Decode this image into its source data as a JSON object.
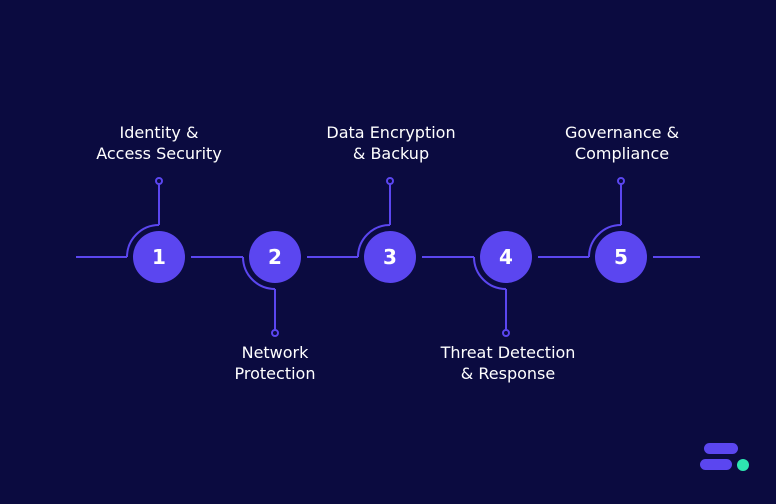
{
  "steps": [
    {
      "number": "1",
      "label": "Identity &\nAccess Security"
    },
    {
      "number": "2",
      "label": "Network\nProtection"
    },
    {
      "number": "3",
      "label": "Data Encryption\n& Backup"
    },
    {
      "number": "4",
      "label": "Threat Detection\n& Response"
    },
    {
      "number": "5",
      "label": "Governance &\nCompliance"
    }
  ],
  "colors": {
    "background": "#0b0b40",
    "accent": "#5b46f0",
    "logo_dot": "#2ee6b0",
    "text": "#ffffff"
  },
  "logo_icon": "brand-logo-icon"
}
